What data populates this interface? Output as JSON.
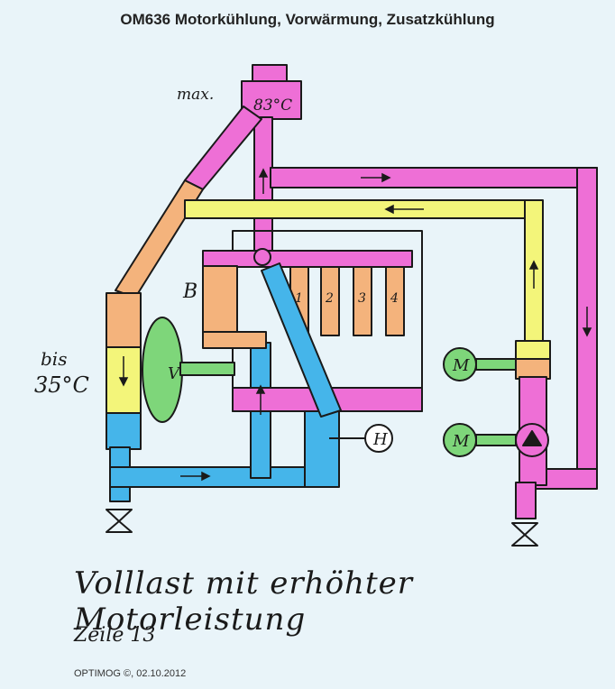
{
  "title": "OM636 Motorkühlung, Vorwärmung, Zusatzkühlung",
  "labels": {
    "max": "max.",
    "temp_max": "83°C",
    "bis": "bis",
    "temp_bis": "35°C",
    "b": "B",
    "v": "V",
    "h": "H",
    "m_top": "M",
    "m_bottom": "M",
    "cyl1": "1",
    "cyl2": "2",
    "cyl3": "3",
    "cyl4": "4"
  },
  "caption": "Volllast mit erhöhter Motorleistung",
  "subcaption": "Zeile 13",
  "copyright": "OPTIMOG ©, 02.10.2012",
  "colors": {
    "pink": "#ee6fd6",
    "yellow": "#f3f57a",
    "orange": "#f4b37c",
    "blue": "#45b5ea",
    "green": "#7ed67a",
    "background": "#e9f4f9"
  }
}
